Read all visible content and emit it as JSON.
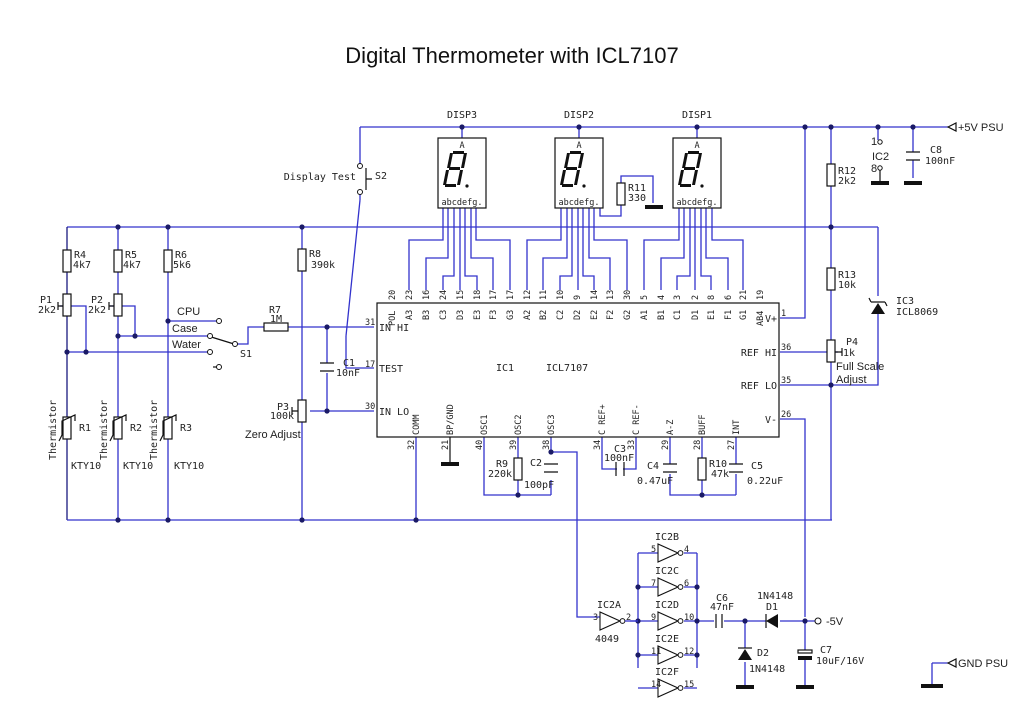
{
  "title": "Digital Thermometer with ICL7107",
  "colors": {
    "wire": "#3333cc",
    "junction": "#1a1a66",
    "component": "#111111",
    "background": "#ffffff"
  },
  "power": {
    "vplus": "+5V PSU",
    "gnd": "GND PSU",
    "vminus": "-5V"
  },
  "displays": [
    {
      "name": "DISP3",
      "anode": "A",
      "pins": "abcdefg."
    },
    {
      "name": "DISP2",
      "anode": "A",
      "pins": "abcdefg."
    },
    {
      "name": "DISP1",
      "anode": "A",
      "pins": "abcdefg."
    }
  ],
  "switches": {
    "s2": {
      "name": "S2",
      "label": "Display Test"
    },
    "s1": {
      "name": "S1",
      "positions": [
        "CPU",
        "Case",
        "Water"
      ]
    }
  },
  "resistors": {
    "r4": {
      "name": "R4",
      "value": "4k7"
    },
    "r5": {
      "name": "R5",
      "value": "4k7"
    },
    "r6": {
      "name": "R6",
      "value": "5k6"
    },
    "r7": {
      "name": "R7",
      "value": "1M"
    },
    "r8": {
      "name": "R8",
      "value": "390k"
    },
    "r9": {
      "name": "R9",
      "value": "220k"
    },
    "r10": {
      "name": "R10",
      "value": "47k"
    },
    "r11": {
      "name": "R11",
      "value": "330"
    },
    "r12": {
      "name": "R12",
      "value": "2k2"
    },
    "r13": {
      "name": "R13",
      "value": "10k"
    }
  },
  "pots": {
    "p1": {
      "name": "P1",
      "value": "2k2"
    },
    "p2": {
      "name": "P2",
      "value": "2k2"
    },
    "p3": {
      "name": "P3",
      "value": "100k",
      "label": "Zero Adjust"
    },
    "p4": {
      "name": "P4",
      "value": "1k",
      "label1": "Full Scale",
      "label2": "Adjust"
    }
  },
  "thermistors": [
    {
      "name": "R1",
      "type": "Thermistor",
      "part": "KTY10"
    },
    {
      "name": "R2",
      "type": "Thermistor",
      "part": "KTY10"
    },
    {
      "name": "R3",
      "type": "Thermistor",
      "part": "KTY10"
    }
  ],
  "capacitors": {
    "c1": {
      "name": "C1",
      "value": "10nF"
    },
    "c2": {
      "name": "C2",
      "value": "100pF"
    },
    "c3": {
      "name": "C3",
      "value": "100nF"
    },
    "c4": {
      "name": "C4",
      "value": "0.47uF"
    },
    "c5": {
      "name": "C5",
      "value": "0.22uF"
    },
    "c6": {
      "name": "C6",
      "value": "47nF"
    },
    "c7": {
      "name": "C7",
      "value": "10uF/16V"
    },
    "c8": {
      "name": "C8",
      "value": "100nF"
    }
  },
  "ic1": {
    "name": "IC1",
    "part": "ICL7107",
    "top_pins": [
      {
        "n": "20",
        "l": "POL"
      },
      {
        "n": "23",
        "l": "A3"
      },
      {
        "n": "16",
        "l": "B3"
      },
      {
        "n": "24",
        "l": "C3"
      },
      {
        "n": "15",
        "l": "D3"
      },
      {
        "n": "18",
        "l": "E3"
      },
      {
        "n": "17",
        "l": "F3"
      },
      {
        "n": "17",
        "l": "G3"
      },
      {
        "n": "12",
        "l": "A2"
      },
      {
        "n": "11",
        "l": "B2"
      },
      {
        "n": "10",
        "l": "C2"
      },
      {
        "n": "9",
        "l": "D2"
      },
      {
        "n": "14",
        "l": "E2"
      },
      {
        "n": "13",
        "l": "F2"
      },
      {
        "n": "30",
        "l": "G2"
      },
      {
        "n": "5",
        "l": "A1"
      },
      {
        "n": "4",
        "l": "B1"
      },
      {
        "n": "3",
        "l": "C1"
      },
      {
        "n": "2",
        "l": "D1"
      },
      {
        "n": "8",
        "l": "E1"
      },
      {
        "n": "6",
        "l": "F1"
      },
      {
        "n": "21",
        "l": "G1"
      },
      {
        "n": "19",
        "l": "AB4"
      }
    ],
    "left_pins": [
      {
        "n": "31",
        "l": "IN HI"
      },
      {
        "n": "17",
        "l": "TEST"
      },
      {
        "n": "30",
        "l": "IN LO"
      }
    ],
    "right_pins": [
      {
        "n": "1",
        "l": "V+"
      },
      {
        "n": "36",
        "l": "REF HI"
      },
      {
        "n": "35",
        "l": "REF LO"
      },
      {
        "n": "26",
        "l": "V-"
      }
    ],
    "bottom_pins": [
      {
        "n": "32",
        "l": "COMM"
      },
      {
        "n": "21",
        "l": "BP/GND"
      },
      {
        "n": "40",
        "l": "OSC1"
      },
      {
        "n": "39",
        "l": "OSC2"
      },
      {
        "n": "38",
        "l": "OSC3"
      },
      {
        "n": "34",
        "l": "C REF+"
      },
      {
        "n": "33",
        "l": "C REF-"
      },
      {
        "n": "29",
        "l": "A-Z"
      },
      {
        "n": "28",
        "l": "BUFF"
      },
      {
        "n": "27",
        "l": "INT"
      }
    ]
  },
  "ic2": {
    "name": "IC2",
    "part": "4049",
    "pin_top": "1",
    "pin_bottom": "8",
    "gates": [
      {
        "name": "IC2A",
        "in": "3",
        "out": "2"
      },
      {
        "name": "IC2B",
        "in": "5",
        "out": "4"
      },
      {
        "name": "IC2C",
        "in": "7",
        "out": "6"
      },
      {
        "name": "IC2D",
        "in": "9",
        "out": "10"
      },
      {
        "name": "IC2E",
        "in": "11",
        "out": "12"
      },
      {
        "name": "IC2F",
        "in": "14",
        "out": "15"
      }
    ]
  },
  "ic3": {
    "name": "IC3",
    "part": "ICL8069"
  },
  "diodes": {
    "d1": {
      "name": "D1",
      "part": "1N4148"
    },
    "d2": {
      "name": "D2",
      "part": "1N4148"
    }
  }
}
